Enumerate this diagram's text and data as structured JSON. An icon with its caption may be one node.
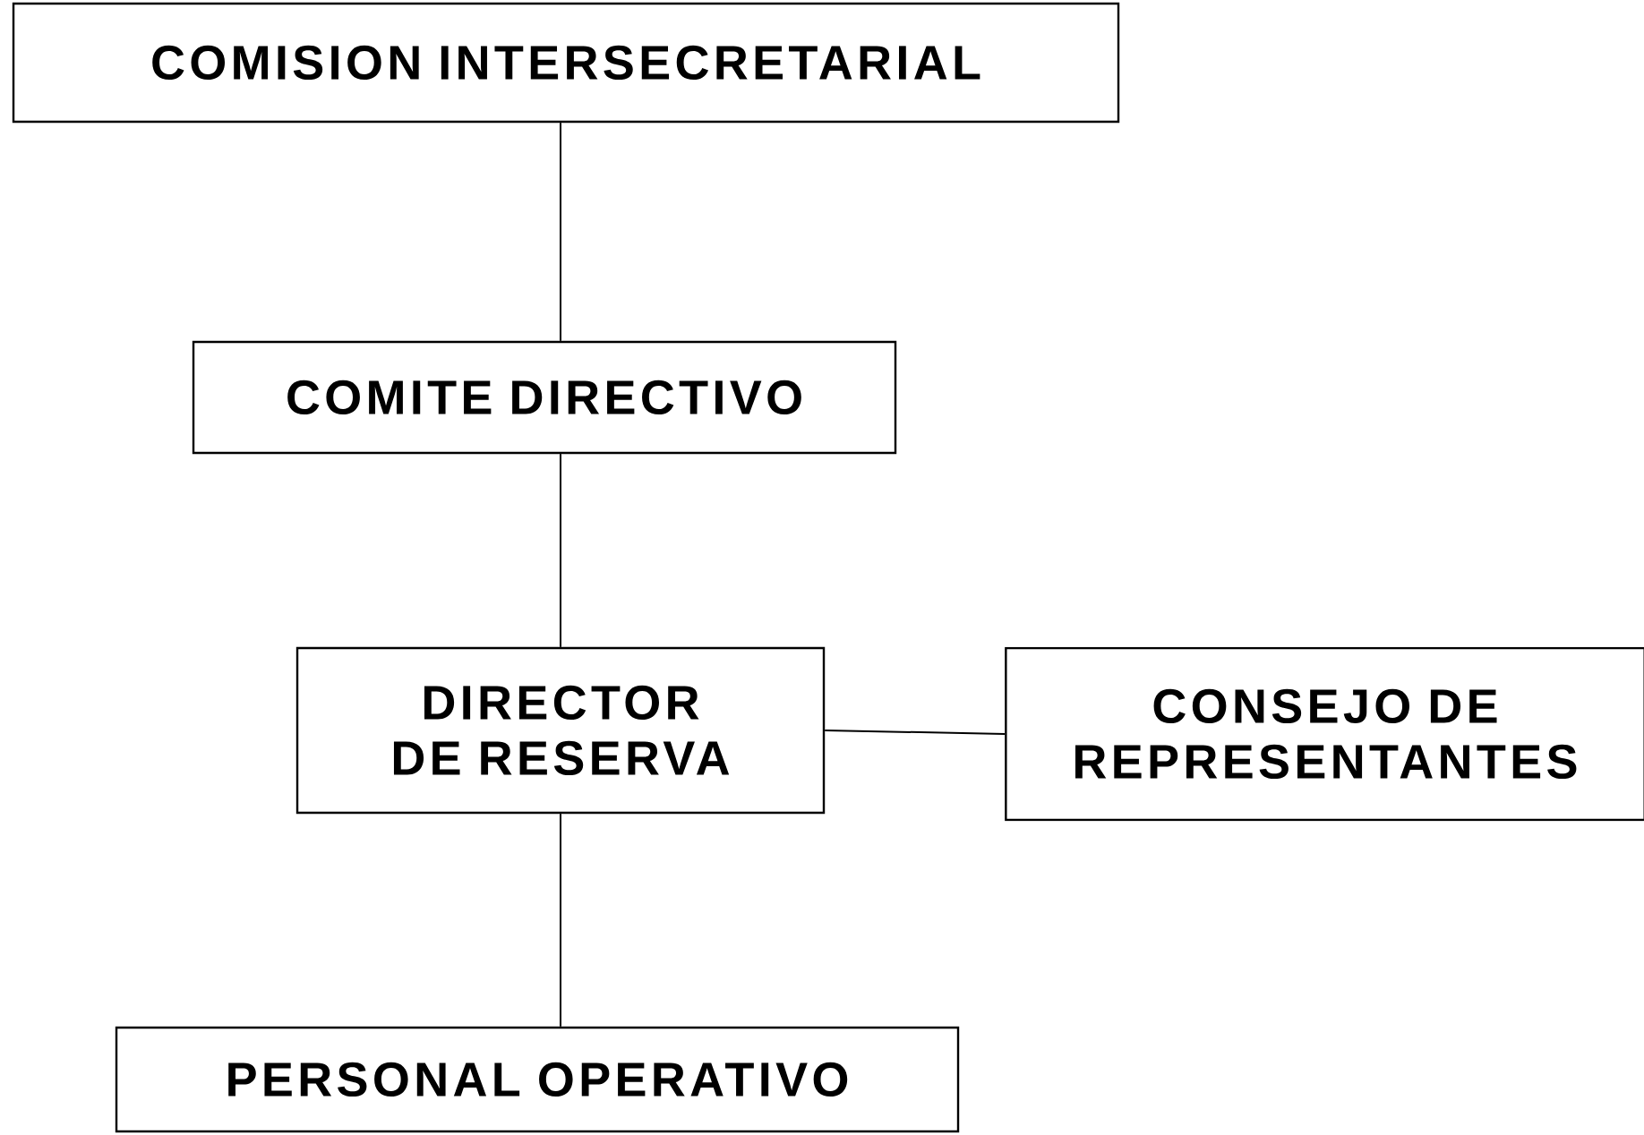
{
  "diagram": {
    "nodes": [
      {
        "text": [
          "COMISION INTERSECRETARIAL"
        ]
      },
      {
        "text": [
          "COMITE DIRECTIVO"
        ]
      },
      {
        "text": [
          "DIRECTOR DE RESERVA"
        ]
      },
      {
        "text": [
          "CONSEJO DE REPRESENTANTES"
        ]
      },
      {
        "text": [
          "PERSONAL OPERATIVO"
        ]
      }
    ],
    "edges": [
      {
        "from": 0,
        "to": 1,
        "arrow": "none"
      },
      {
        "from": 1,
        "to": 2,
        "arrow": "none"
      },
      {
        "from": 2,
        "to": 3,
        "arrow": "none"
      },
      {
        "from": 2,
        "to": 4,
        "arrow": "none"
      }
    ]
  }
}
